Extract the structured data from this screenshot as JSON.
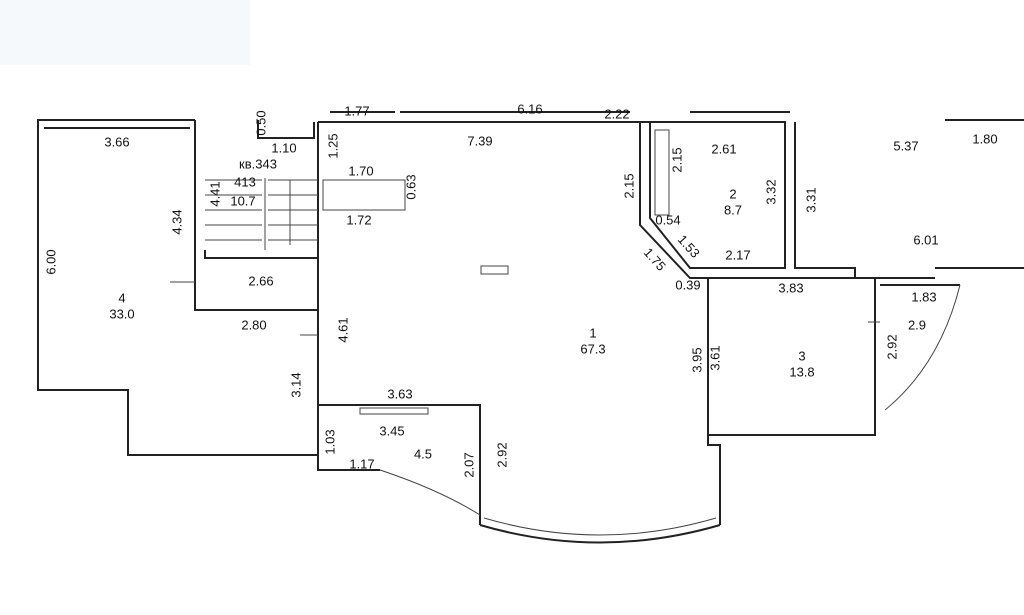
{
  "plan": {
    "apartment": "кв.343",
    "rooms": [
      {
        "number": "1",
        "area": "67.3"
      },
      {
        "number": "2",
        "area": "8.7"
      },
      {
        "number": "3",
        "area": "13.8"
      },
      {
        "number": "4",
        "area": "33.0"
      }
    ],
    "balconies": {
      "bay": "4.5",
      "right": "2.9"
    },
    "stair": {
      "number": "413",
      "area": "10.7"
    },
    "dimensions": {
      "top_a": "1.77",
      "top_b": "6.16",
      "top_c": "2.22",
      "r4_top": "3.66",
      "r4_left": "6.00",
      "r4_right": "4.34",
      "r4_stair_bottom": "2.66",
      "r4_bottom": "2.80",
      "r4_step": "3.14",
      "niche_h": "0.50",
      "niche_w": "1.10",
      "corr": "1.25",
      "stair_h": "4.41",
      "box_top": "1.70",
      "box_bottom": "1.72",
      "box_h": "0.63",
      "r1_top": "7.39",
      "r1_left": "4.61",
      "r1_window": "3.63",
      "bay_top": "3.45",
      "bay_side": "1.03",
      "bay_bottom": "1.17",
      "bay_a": "2.07",
      "bay_b": "2.92",
      "r1_right": "3.95",
      "r3_left": "3.61",
      "r3_top": "3.83",
      "r2_left_a": "2.15",
      "r2_left_b": "2.15",
      "r2_top": "2.61",
      "r2_right": "3.32",
      "r2_bottom": "2.17",
      "r2_diag_a": "0.54",
      "r2_diag_b": "1.53",
      "r2_diag_c": "1.75",
      "r2_gap": "0.39",
      "rr_left": "3.31",
      "rr_top": "5.37",
      "rr_top_right": "1.80",
      "rr_bottom": "6.01",
      "bal_top": "1.83",
      "bal_side": "2.92"
    }
  }
}
